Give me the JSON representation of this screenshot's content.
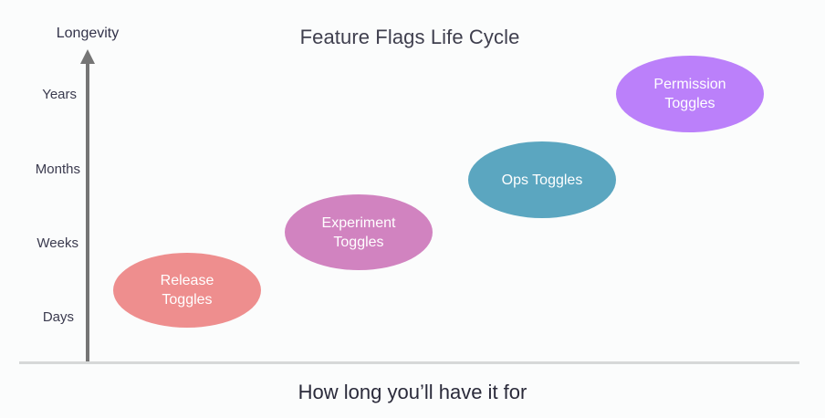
{
  "diagram": {
    "title": "Feature Flags Life Cycle",
    "y_axis": {
      "label": "Longevity",
      "ticks": [
        "Years",
        "Months",
        "Weeks",
        "Days"
      ]
    },
    "x_axis": {
      "label": "How long you’ll have it for"
    },
    "nodes": [
      {
        "line1": "Release",
        "line2": "Toggles",
        "longevity": "Days",
        "color": "#ee8e8e"
      },
      {
        "line1": "Experiment",
        "line2": "Toggles",
        "longevity": "Weeks",
        "color": "#d183c0"
      },
      {
        "line1": "Ops Toggles",
        "line2": "",
        "longevity": "Months",
        "color": "#5ba6c0"
      },
      {
        "line1": "Permission",
        "line2": "Toggles",
        "longevity": "Years",
        "color": "#bb80fa"
      }
    ]
  }
}
